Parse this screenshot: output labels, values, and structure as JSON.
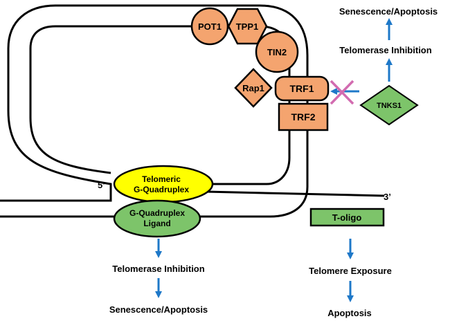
{
  "colors": {
    "protein": "#F4A46F",
    "protein_stroke": "#000000",
    "quadruplex": "#FFFF00",
    "ligand": "#7DC46A",
    "tnks1": "#7DC46A",
    "toligo": "#7DC46A",
    "arrow": "#1E78C8",
    "cross": "#D26BB0",
    "line": "#000000"
  },
  "proteins": {
    "pot1": "POT1",
    "tpp1": "TPP1",
    "tin2": "TIN2",
    "rap1": "Rap1",
    "trf1": "TRF1",
    "trf2": "TRF2"
  },
  "tnks1": "TNKS1",
  "quadruplex": {
    "line1": "Telomeric",
    "line2": "G-Quadruplex"
  },
  "ligand": {
    "line1": "G-Quadruplex",
    "line2": "Ligand"
  },
  "toligo": "T-oligo",
  "ends": {
    "five_prime": "5’",
    "three_prime": "3’"
  },
  "top_right": {
    "senescence": "Senescence/Apoptosis",
    "inhibition": "Telomerase Inhibition"
  },
  "bottom_left": {
    "inhibition": "Telomerase Inhibition",
    "senescence": "Senescence/Apoptosis"
  },
  "bottom_right": {
    "exposure": "Telomere Exposure",
    "apoptosis": "Apoptosis"
  }
}
